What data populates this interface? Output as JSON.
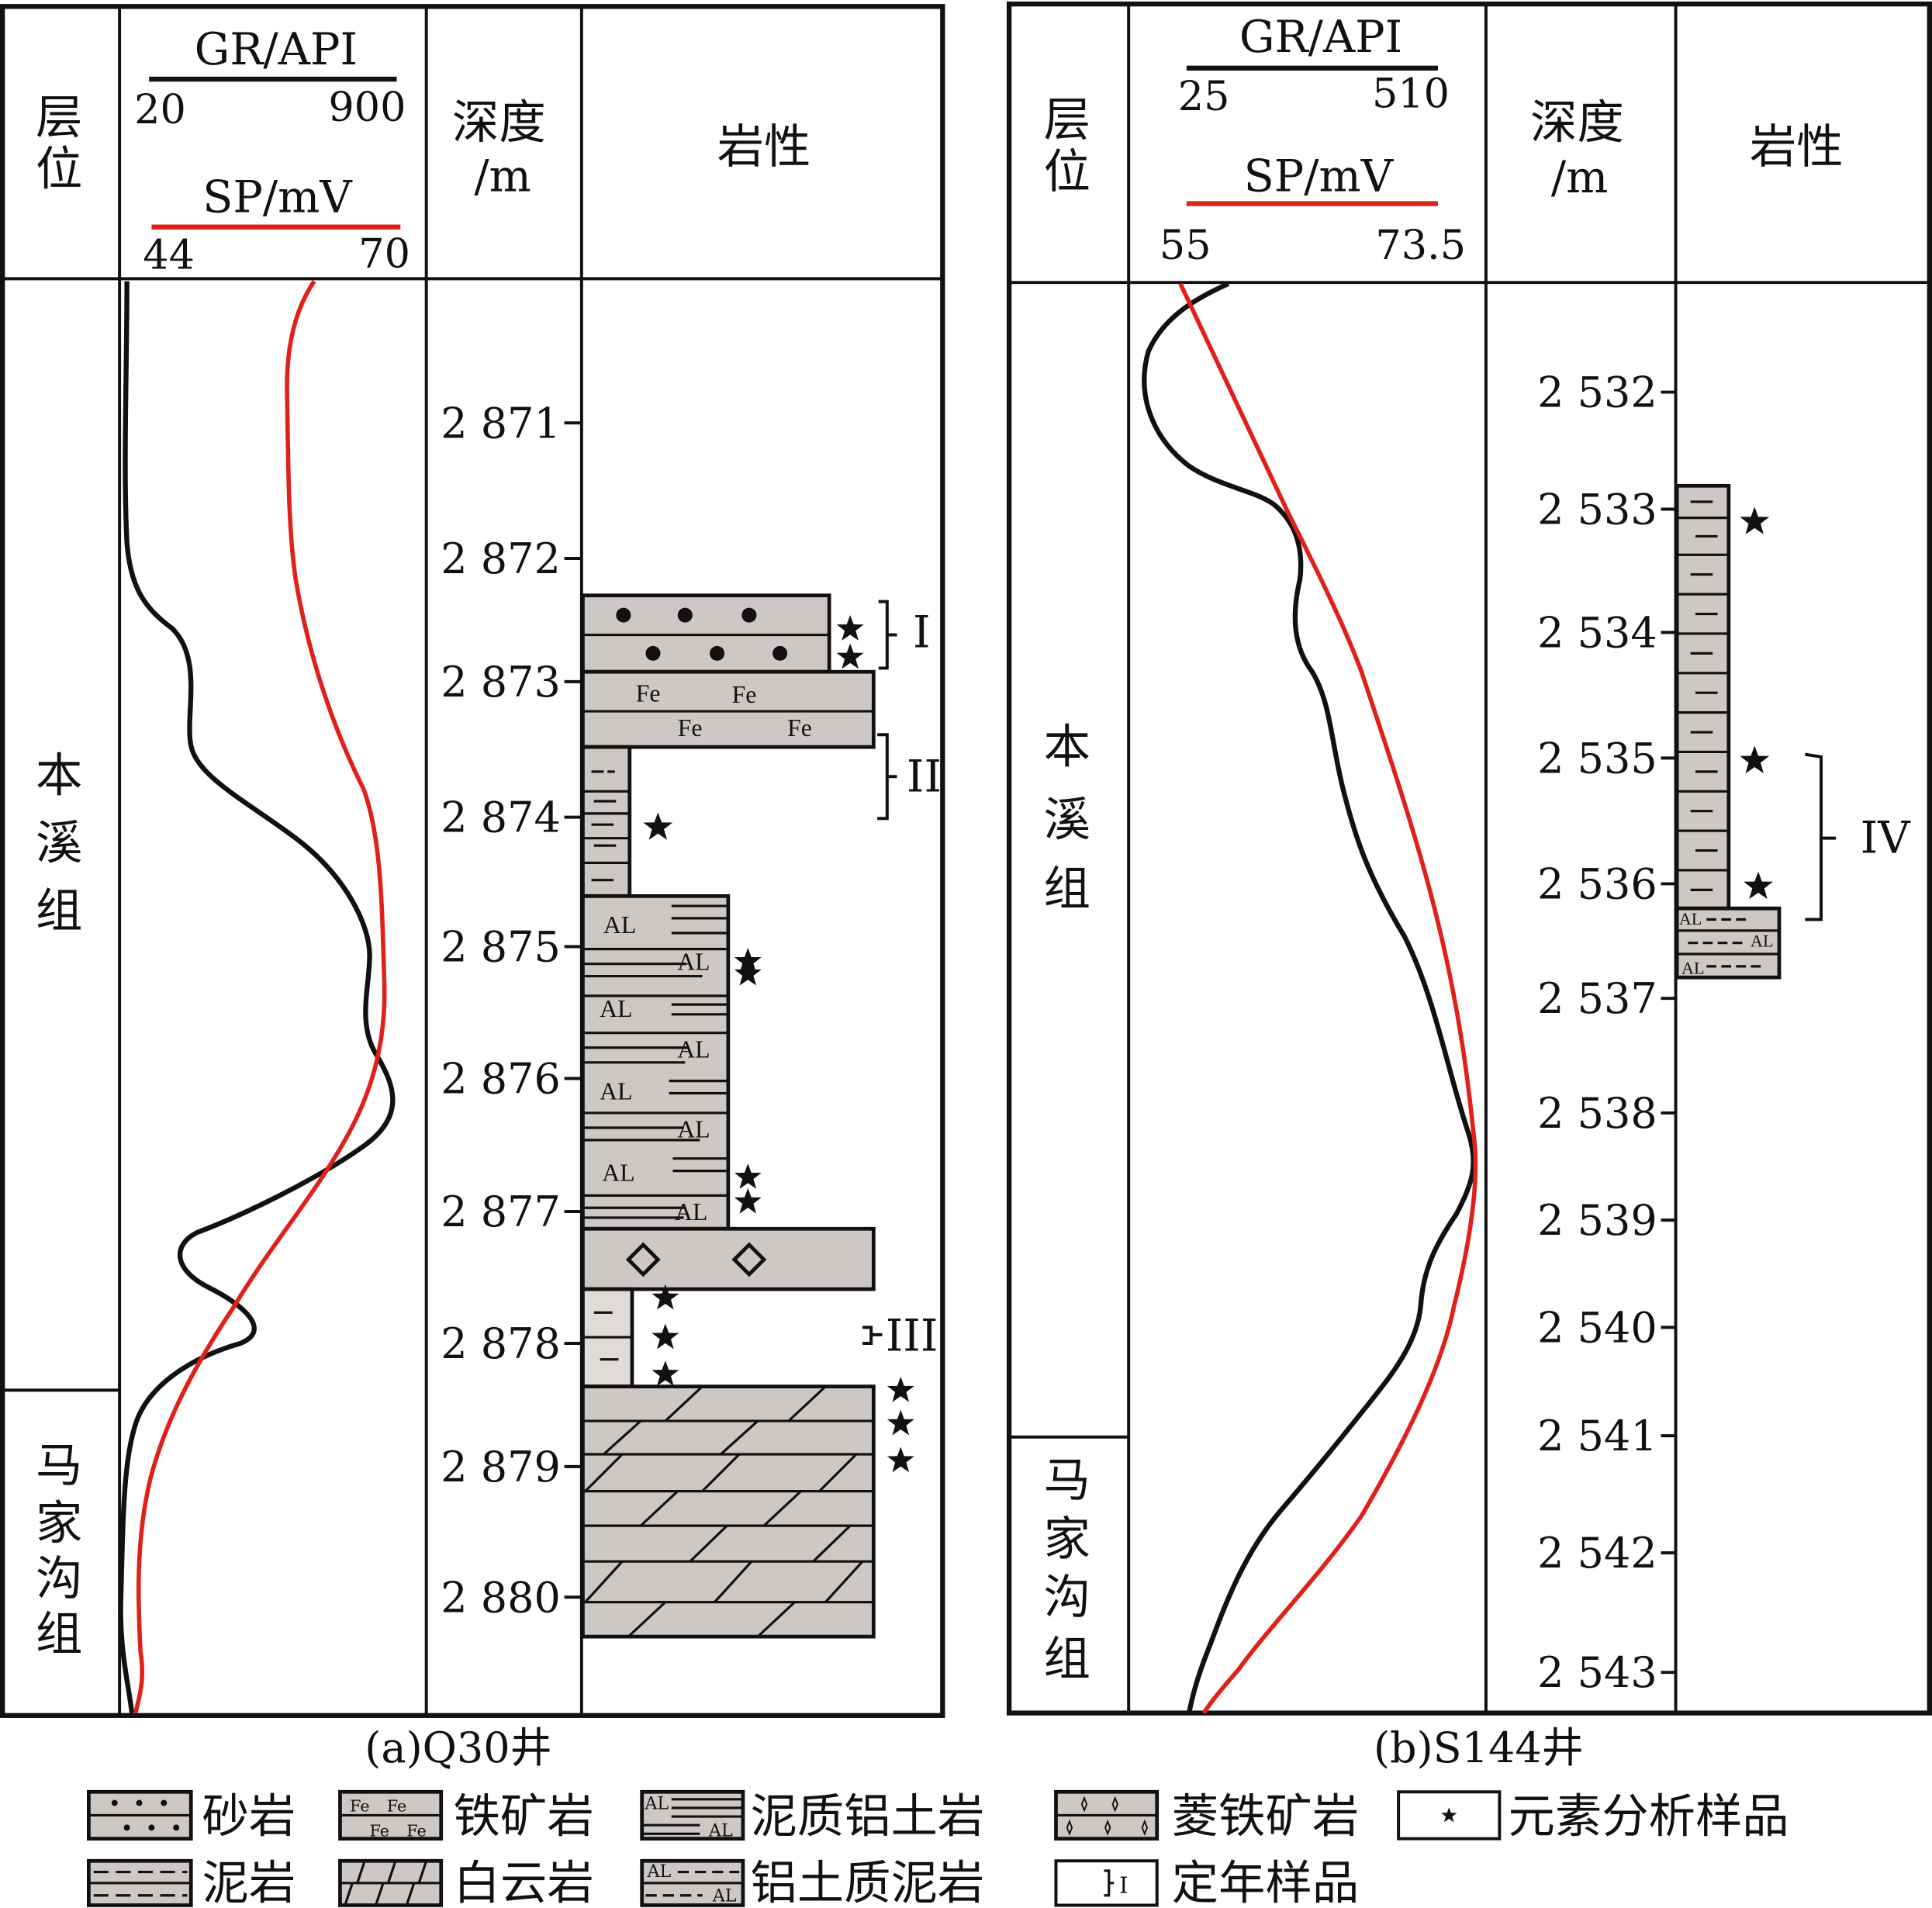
{
  "panel_a": {
    "caption": "(a)Q30井",
    "header": {
      "strata": [
        "层",
        "位"
      ],
      "gr_label": "GR/API",
      "gr_min": "20",
      "gr_max": "900",
      "sp_label": "SP/mV",
      "sp_min": "44",
      "sp_max": "70",
      "depth": [
        "深度",
        "/m"
      ],
      "lithology": "岩性"
    },
    "formations": {
      "upper": [
        "本",
        "溪",
        "组"
      ],
      "lower": [
        "马",
        "家",
        "沟",
        "组"
      ]
    },
    "depths": [
      "2 871",
      "2 872",
      "2 873",
      "2 874",
      "2 875",
      "2 876",
      "2 877",
      "2 878",
      "2 879",
      "2 880"
    ],
    "lith_labels": {
      "fe": "Fe",
      "al": "AL"
    },
    "dating_samples": [
      "I",
      "II",
      "III"
    ]
  },
  "panel_b": {
    "caption": "(b)S144井",
    "header": {
      "strata": [
        "层",
        "位"
      ],
      "gr_label": "GR/API",
      "gr_min": "25",
      "gr_max": "510",
      "sp_label": "SP/mV",
      "sp_min": "55",
      "sp_max": "73.5",
      "depth": [
        "深度",
        "/m"
      ],
      "lithology": "岩性"
    },
    "formations": {
      "upper": [
        "本",
        "溪",
        "组"
      ],
      "lower": [
        "马",
        "家",
        "沟",
        "组"
      ]
    },
    "depths": [
      "2 532",
      "2 533",
      "2 534",
      "2 535",
      "2 536",
      "2 537",
      "2 538",
      "2 539",
      "2 540",
      "2 541",
      "2 542",
      "2 543"
    ],
    "lith_labels": {
      "al": "AL"
    },
    "dating_samples": [
      "IV"
    ]
  },
  "legend": {
    "sandstone": "砂岩",
    "iron_ore": "铁矿岩",
    "muddy_bauxite": "泥质铝土岩",
    "siderite": "菱铁矿岩",
    "element_sample": "元素分析样品",
    "mudstone": "泥岩",
    "dolomite": "白云岩",
    "bauxitic_mudstone": "铝土质泥岩",
    "dating_sample": "定年样品",
    "fe": "Fe",
    "al": "AL",
    "dating_mark": "I"
  },
  "colors": {
    "gr_curve": "#111111",
    "sp_curve": "#e0201b",
    "rock_fill": "#cdc8c5"
  }
}
